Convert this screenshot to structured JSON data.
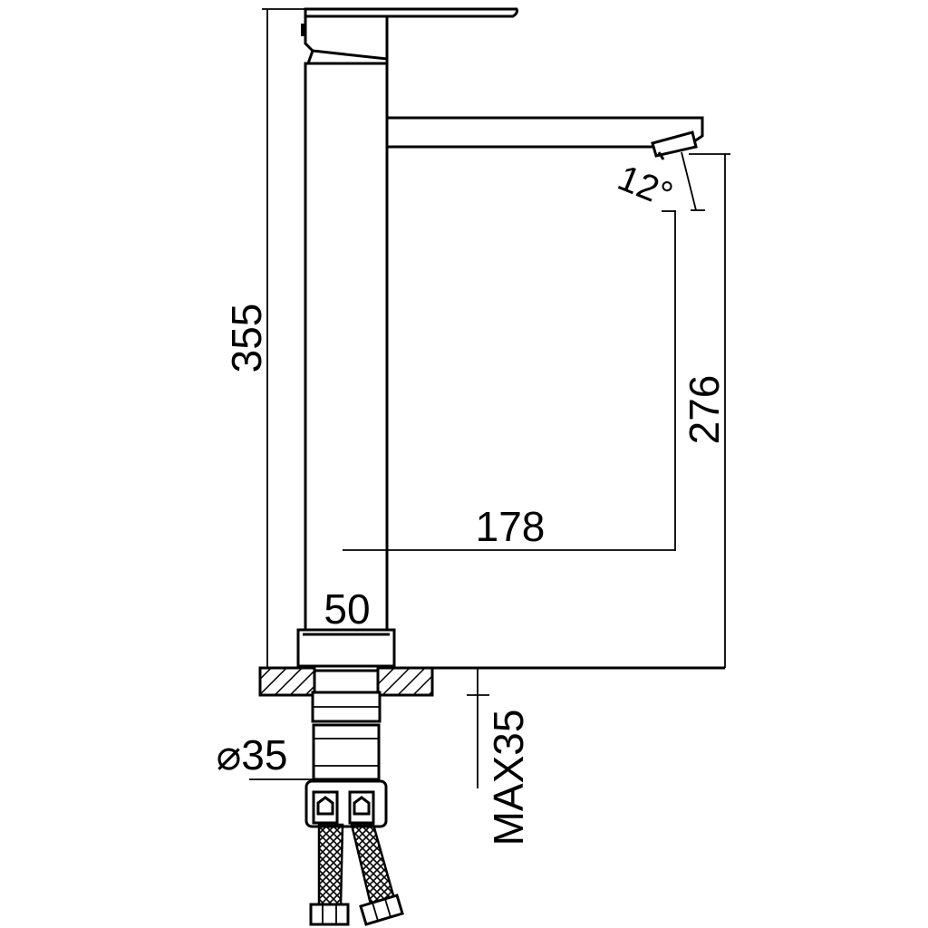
{
  "dimensions": {
    "overall_height": "355",
    "spout_height": "276",
    "spout_reach": "178",
    "base_width": "50",
    "shank_diameter": "⌀35",
    "max_deck_thickness": "MAX35",
    "spout_angle": "12°"
  }
}
